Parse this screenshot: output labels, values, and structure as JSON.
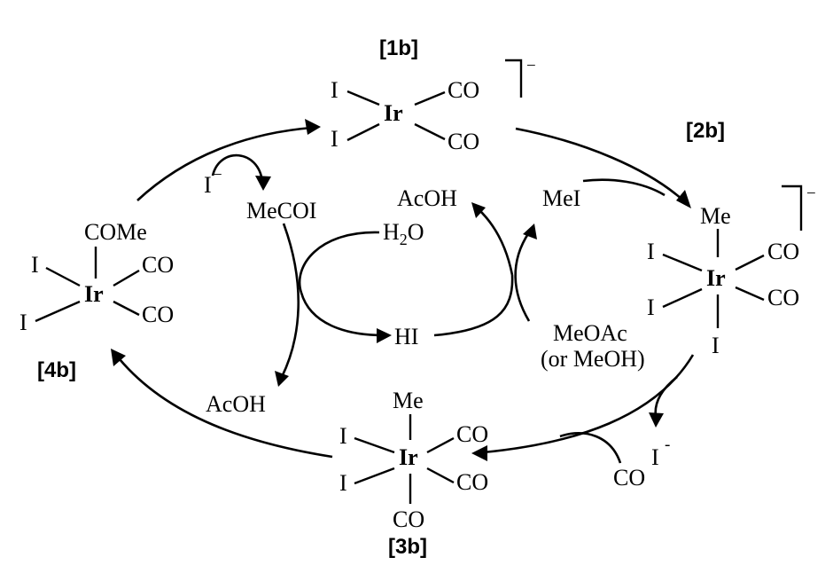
{
  "labels": {
    "c1": "[1b]",
    "c2": "[2b]",
    "c3": "[3b]",
    "c4": "[4b]"
  },
  "complex_1b": {
    "metal": "Ir",
    "ligand_i_top": "I",
    "ligand_i_bottom": "I",
    "ligand_co_top": "CO",
    "ligand_co_bottom": "CO",
    "charge": "−"
  },
  "complex_2b": {
    "metal": "Ir",
    "ligand_me": "Me",
    "ligand_i_left_top": "I",
    "ligand_i_left_bottom": "I",
    "ligand_i_bottom": "I",
    "ligand_co_top": "CO",
    "ligand_co_bottom": "CO",
    "charge": "−"
  },
  "complex_3b": {
    "metal": "Ir",
    "ligand_me": "Me",
    "ligand_i_top": "I",
    "ligand_i_bottom": "I",
    "ligand_co_top": "CO",
    "ligand_co_mid": "CO",
    "ligand_co_bottom": "CO"
  },
  "complex_4b": {
    "metal": "Ir",
    "ligand_come": "COMe",
    "ligand_i_top": "I",
    "ligand_i_bottom": "I",
    "ligand_co_top": "CO",
    "ligand_co_bottom": "CO"
  },
  "species": {
    "iodide_in": "I",
    "iodide_in_charge": "−",
    "mecoi": "MeCOI",
    "acoh_bottom": "AcOH",
    "acoh_top": "AcOH",
    "h2o": "H",
    "h2o_sub": "2",
    "h2o_o": "O",
    "hi": "HI",
    "mei": "MeI",
    "meoac": "MeOAc",
    "meoh": "(or MeOH)",
    "iodide_out": "I",
    "iodide_out_charge": "-",
    "co_in": "CO"
  }
}
